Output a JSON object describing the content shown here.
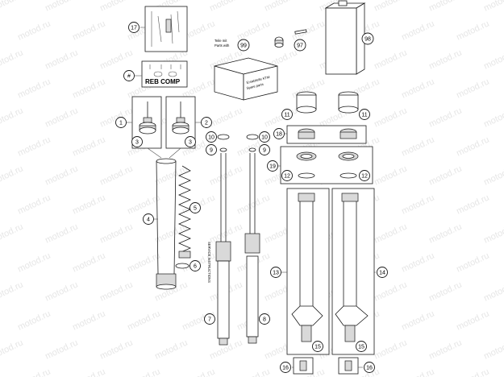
{
  "diagram": {
    "watermark_text": "motod.ru",
    "callouts": [
      "1",
      "2",
      "3",
      "4",
      "5",
      "6",
      "7",
      "8",
      "9",
      "10",
      "11",
      "12",
      "13",
      "14",
      "15",
      "16",
      "17",
      "18",
      "19",
      "97",
      "98",
      "99",
      "#"
    ],
    "panel_label": "REB COMP",
    "kit_note_line1": "Teile mit",
    "kit_note_line2": "Parts with",
    "box_label_line1": "Ersatzteile KTM",
    "box_label_line2": "Spare parts"
  }
}
